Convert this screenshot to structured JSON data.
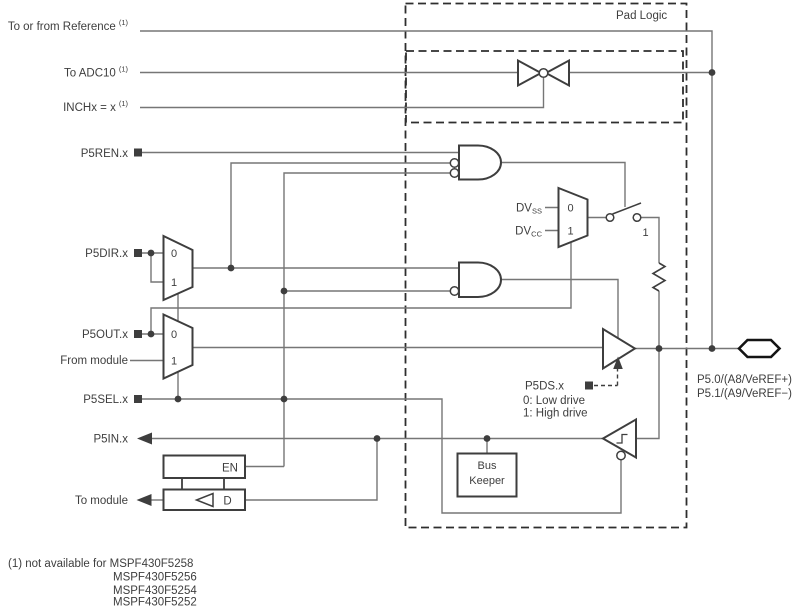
{
  "diagram": {
    "title": "Pad Logic",
    "left_signals": {
      "reference": "To or from Reference",
      "adc": "To ADC10",
      "inch": "INCHx = x",
      "note_sup": "(1)",
      "p5ren": "P5REN.x",
      "p5dir": "P5DIR.x",
      "p5out": "P5OUT.x",
      "from_module": "From module",
      "p5sel": "P5SEL.x",
      "p5in": "P5IN.x",
      "to_module": "To module"
    },
    "mux": {
      "zero": "0",
      "one": "1"
    },
    "power": {
      "dv": "DV",
      "ss": "SS",
      "cc": "CC"
    },
    "switch_label": "1",
    "drive": {
      "reg": "P5DS.x",
      "low": "0: Low drive",
      "high": "1: High drive"
    },
    "latch": {
      "en": "EN",
      "d": "D"
    },
    "bus_keeper": {
      "line1": "Bus",
      "line2": "Keeper"
    },
    "pad_labels": {
      "line1": "P5.0/(A8/VeREF+)",
      "line2": "P5.1/(A9/VeREF−)"
    },
    "footnote": {
      "line1": "(1) not available for MSPF430F5258",
      "line2": "MSPF430F5256",
      "line3": "MSPF430F5254",
      "line4": "MSPF430F5252"
    },
    "colors": {
      "wire": "#767676",
      "component": "#3e3e3e",
      "background": "#ffffff"
    }
  }
}
